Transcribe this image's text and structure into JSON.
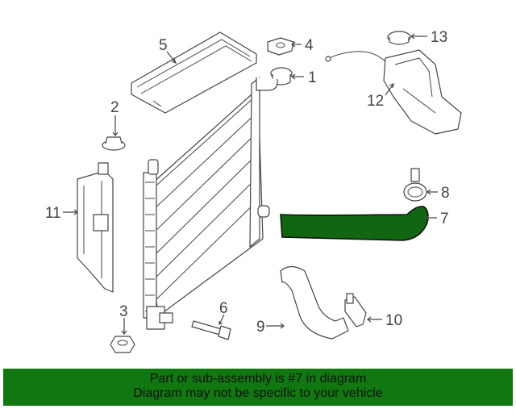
{
  "colors": {
    "highlight": "#116611",
    "banner_bg": "#117711",
    "line": "#444444"
  },
  "callouts": [
    {
      "id": "1",
      "text": "1"
    },
    {
      "id": "2",
      "text": "2"
    },
    {
      "id": "3",
      "text": "3"
    },
    {
      "id": "4",
      "text": "4"
    },
    {
      "id": "5",
      "text": "5"
    },
    {
      "id": "6",
      "text": "6"
    },
    {
      "id": "7",
      "text": "7"
    },
    {
      "id": "8",
      "text": "8"
    },
    {
      "id": "9",
      "text": "9"
    },
    {
      "id": "10",
      "text": "10"
    },
    {
      "id": "11",
      "text": "11"
    },
    {
      "id": "12",
      "text": "12"
    },
    {
      "id": "13",
      "text": "13"
    }
  ],
  "highlighted_part": "7",
  "banner": {
    "line1": "Part or sub-assembly is #7 in diagram",
    "line2": "Diagram may not be specific to your vehicle"
  }
}
